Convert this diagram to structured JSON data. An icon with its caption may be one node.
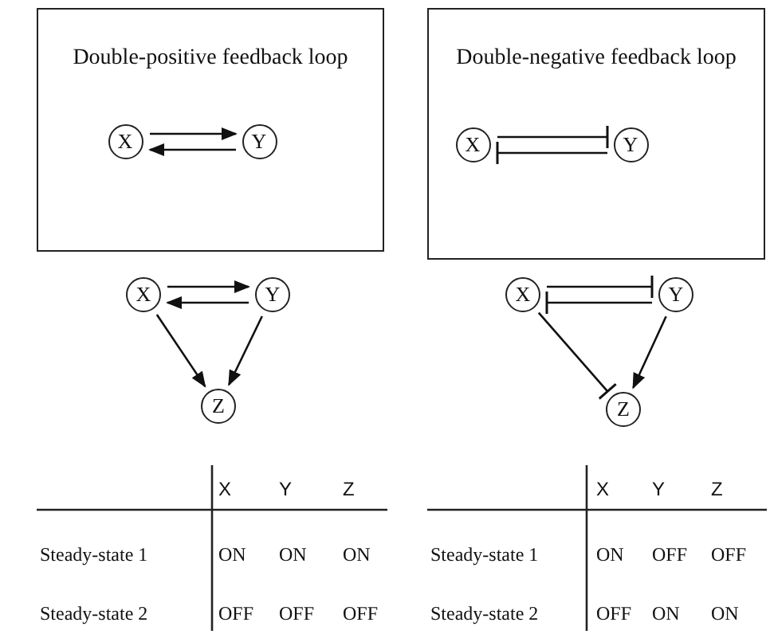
{
  "diagram": {
    "nodes": [
      {
        "text": [
          "Double-positive feedback loop"
        ]
      },
      {
        "text": [
          "X"
        ],
        "in": 0
      },
      {
        "text": [
          "Y"
        ],
        "in": 0
      },
      {
        "text": [
          "Double-negative feedback loop"
        ]
      },
      {
        "text": [
          "X"
        ],
        "in": 3
      },
      {
        "text": [
          "Y"
        ],
        "in": 3
      },
      {
        "text": [
          "X"
        ]
      },
      {
        "text": [
          "Y"
        ]
      },
      {
        "text": [
          "Z"
        ]
      },
      {
        "text": [
          "X"
        ]
      },
      {
        "text": [
          "Y"
        ]
      },
      {
        "text": [
          "Z"
        ]
      }
    ],
    "edges": [
      {
        "from": 1,
        "to": 2,
        "arrow": "to"
      },
      {
        "from": 2,
        "to": 1,
        "arrow": "to"
      },
      {
        "from": 4,
        "to": 5,
        "arrow": "other"
      },
      {
        "from": 5,
        "to": 4,
        "arrow": "other"
      },
      {
        "from": 6,
        "to": 7,
        "arrow": "to"
      },
      {
        "from": 7,
        "to": 6,
        "arrow": "to"
      },
      {
        "from": 6,
        "to": 8,
        "arrow": "to"
      },
      {
        "from": 7,
        "to": 8,
        "arrow": "to"
      },
      {
        "from": 9,
        "to": 10,
        "arrow": "other"
      },
      {
        "from": 10,
        "to": 9,
        "arrow": "other"
      },
      {
        "from": 9,
        "to": 11,
        "arrow": "other"
      },
      {
        "from": 10,
        "to": 11,
        "arrow": "to"
      }
    ],
    "labels": [
      "X",
      "Y",
      "Z",
      "Steady-state 1",
      "ON",
      "ON",
      "ON",
      "Steady-state 2",
      "OFF",
      "OFF",
      "OFF",
      "X",
      "Y",
      "Z",
      "Steady-state 1",
      "ON",
      "OFF",
      "OFF",
      "Steady-state 2",
      "OFF",
      "ON",
      "ON"
    ]
  }
}
